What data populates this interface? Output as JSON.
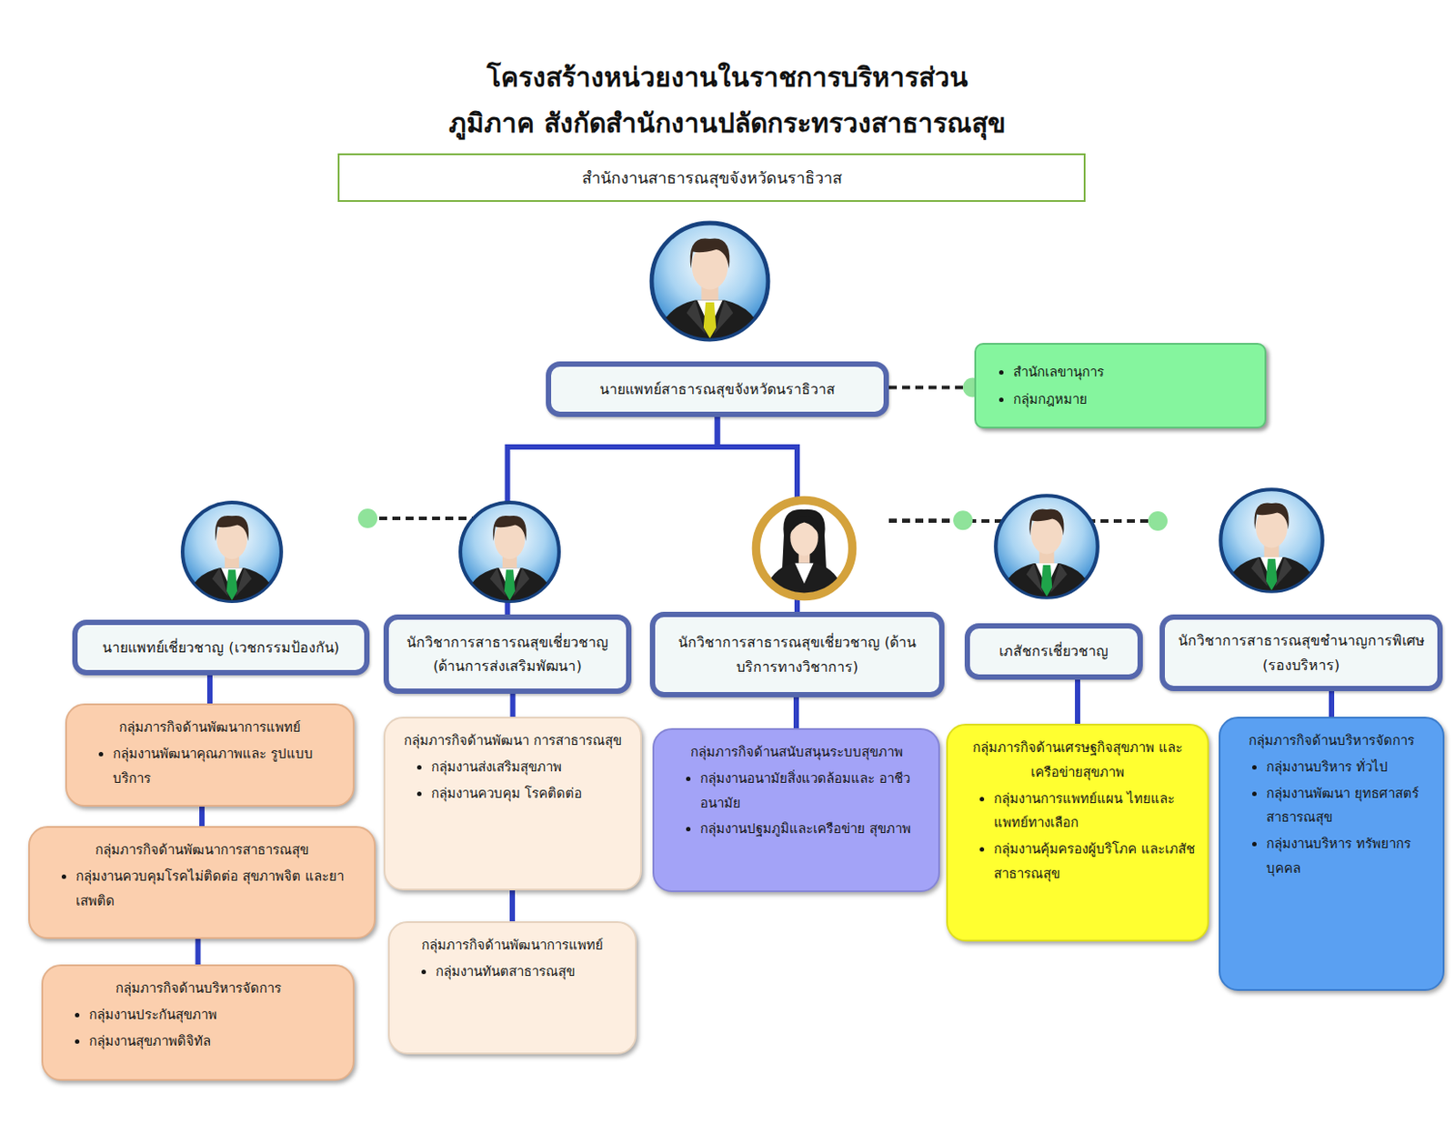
{
  "diagram": {
    "title": "โครงสร้างหน่วยงานในราชการบริหารส่วนภูมิภาค สังกัดสำนักงานปลัดกระทรวงสาธารณสุข",
    "nodes": [
      {
        "text": [
          "สำนักงานสาธารณสุขจังหวัดนราธิวาส"
        ]
      },
      {
        "text": [
          "นายแพทย์สาธารณสุขจังหวัดนราธิวาส"
        ]
      },
      {
        "text": [
          "สำนักเลขานุการ",
          "กลุ่มกฎหมาย"
        ]
      },
      {
        "text": [
          "นายแพทย์เชี่ยวชาญ (เวชกรรมป้องกัน)"
        ]
      },
      {
        "text": [
          "นักวิชาการสาธารณสุขเชี่ยวชาญ (ด้านการส่งเสริมพัฒนา)"
        ]
      },
      {
        "text": [
          "นักวิชาการสาธารณสุขเชี่ยวชาญ (ด้านบริการทางวิชาการ)"
        ]
      },
      {
        "text": [
          "เภสัชกรเชี่ยวชาญ"
        ]
      },
      {
        "text": [
          "นักวิชาการสาธารณสุขชำนาญการพิเศษ (รองบริหาร)"
        ]
      },
      {
        "text": [
          "กลุ่มภารกิจด้านพัฒนาการแพทย์",
          "กลุ่มงานพัฒนาคุณภาพและ รูปแบบบริการ"
        ]
      },
      {
        "text": [
          "กลุ่มภารกิจด้านพัฒนาการสาธารณสุข",
          "กลุ่มงานควบคุมโรคไม่ติดต่อ สุขภาพจิต และยาเสพติด"
        ]
      },
      {
        "text": [
          "กลุ่มภารกิจด้านบริหารจัดการ",
          "กลุ่มงานประกันสุขภาพ",
          "กลุ่มงานสุขภาพดิจิทัล"
        ]
      },
      {
        "text": [
          "กลุ่มภารกิจด้านพัฒนา การสาธารณสุข",
          "กลุ่มงานส่งเสริมสุขภาพ",
          "กลุ่มงานควบคุม โรคติดต่อ"
        ]
      },
      {
        "text": [
          "กลุ่มภารกิจด้านพัฒนาการแพทย์",
          "กลุ่มงานทันตสาธารณสุข"
        ]
      },
      {
        "text": [
          "กลุ่มภารกิจด้านสนับสนุนระบบสุขภาพ",
          "กลุ่มงานอนามัยสิ่งแวดล้อมและ อาชีวอนามัย",
          "กลุ่มงานปฐมภูมิและเครือข่าย สุขภาพ"
        ]
      },
      {
        "text": [
          "กลุ่มภารกิจด้านเศรษฐกิจสุขภาพ และเครือข่ายสุขภาพ",
          "กลุ่มงานการแพทย์แผน ไทยและแพทย์ทางเลือก",
          "กลุ่มงานคุ้มครองผู้บริโภค และเภสัชสาธารณสุข"
        ]
      },
      {
        "text": [
          "กลุ่มภารกิจด้านบริหารจัดการ",
          "กลุ่มงานบริหาร ทั่วไป",
          "กลุ่มงานพัฒนา ยุทธศาสตร์ สาธารณสุข",
          "กลุ่มงานบริหาร ทรัพยากรบุคคล"
        ]
      }
    ],
    "edges": [
      {
        "from": 1,
        "to": 2,
        "arrow": "none"
      },
      {
        "from": 1,
        "to": 3,
        "arrow": "none"
      },
      {
        "from": 1,
        "to": 4,
        "arrow": "none"
      },
      {
        "from": 1,
        "to": 5,
        "arrow": "none"
      },
      {
        "from": 1,
        "to": 6,
        "arrow": "none"
      },
      {
        "from": 1,
        "to": 7,
        "arrow": "none"
      },
      {
        "from": 3,
        "to": 8,
        "arrow": "none"
      },
      {
        "from": 8,
        "to": 9,
        "arrow": "none"
      },
      {
        "from": 9,
        "to": 10,
        "arrow": "none"
      },
      {
        "from": 4,
        "to": 11,
        "arrow": "none"
      },
      {
        "from": 11,
        "to": 12,
        "arrow": "none"
      },
      {
        "from": 5,
        "to": 13,
        "arrow": "none"
      },
      {
        "from": 6,
        "to": 14,
        "arrow": "none"
      },
      {
        "from": 7,
        "to": 15,
        "arrow": "none"
      }
    ]
  }
}
